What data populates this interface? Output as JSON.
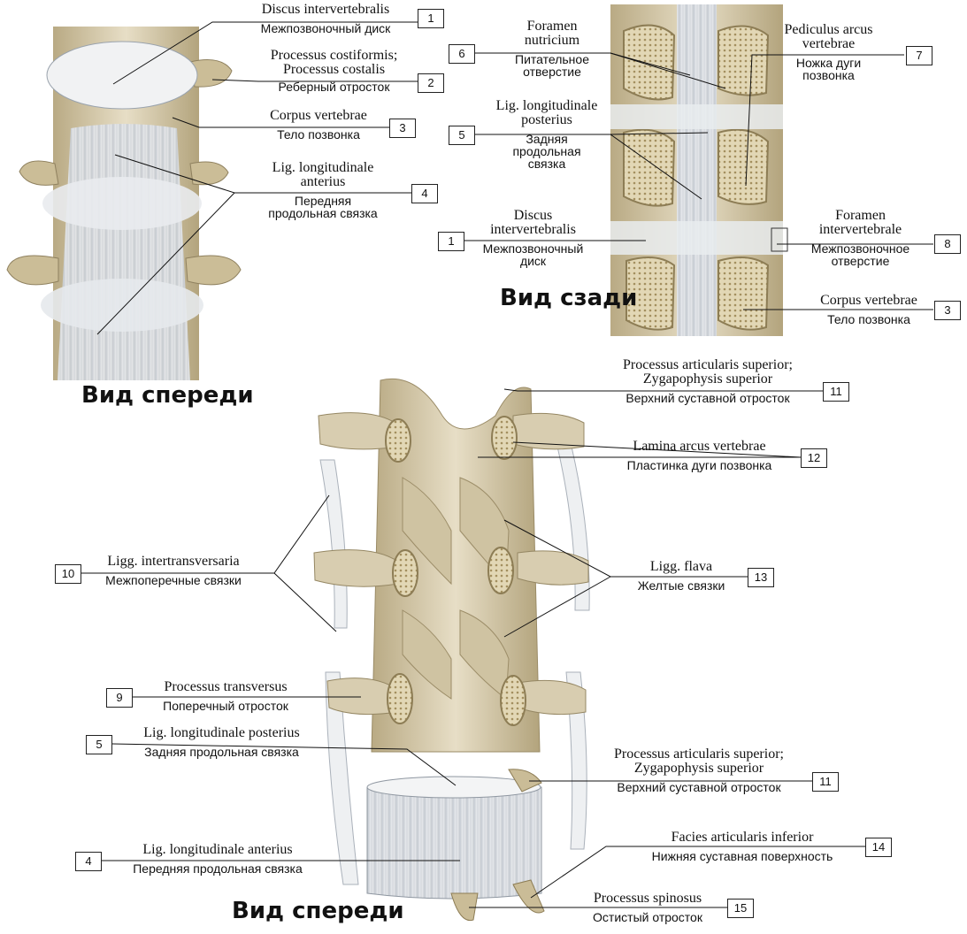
{
  "views": {
    "front_top": "Вид спереди",
    "back_top": "Вид сзади",
    "front_bottom": "Вид спереди"
  },
  "labels": {
    "a1": {
      "num": "1",
      "lat": "Discus intervertebralis",
      "rus": "Межпозвоночный диск"
    },
    "a2": {
      "num": "2",
      "lat": "Processus costiformis;",
      "lat2": "Processus costalis",
      "rus": "Реберный отросток"
    },
    "a3": {
      "num": "3",
      "lat": "Corpus vertebrae",
      "rus": "Тело позвонка"
    },
    "a4": {
      "num": "4",
      "lat": "Lig. longitudinale",
      "lat2": "anterius",
      "rus": "Передняя",
      "rus2": "продольная связка"
    },
    "b6": {
      "num": "6",
      "lat": "Foramen",
      "lat2": "nutricium",
      "rus": "Питательное",
      "rus2": "отверстие"
    },
    "b5": {
      "num": "5",
      "lat": "Lig. longitudinale",
      "lat2": "posterius",
      "rus": "Задняя",
      "rus2": "продольная",
      "rus3": "связка"
    },
    "b1": {
      "num": "1",
      "lat": "Discus",
      "lat2": "intervertebralis",
      "rus": "Межпозвоночный",
      "rus2": "диск"
    },
    "b7": {
      "num": "7",
      "lat": "Pediculus arcus",
      "lat2": "vertebrae",
      "rus": "Ножка дуги",
      "rus2": "позвонка"
    },
    "b8": {
      "num": "8",
      "lat": "Foramen",
      "lat2": "intervertebrale",
      "rus": "Межпозвоночное",
      "rus2": "отверстие"
    },
    "b3": {
      "num": "3",
      "lat": "Corpus vertebrae",
      "rus": "Тело позвонка"
    },
    "c11a": {
      "num": "11",
      "lat": "Processus articularis superior;",
      "lat2": "Zygapophysis superior",
      "rus": "Верхний суставной отросток"
    },
    "c12": {
      "num": "12",
      "lat": "Lamina arcus vertebrae",
      "rus": "Пластинка дуги позвонка"
    },
    "c10": {
      "num": "10",
      "lat": "Ligg. intertransversaria",
      "rus": "Межпоперечные связки"
    },
    "c13": {
      "num": "13",
      "lat": "Ligg. flava",
      "rus": "Желтые связки"
    },
    "c9": {
      "num": "9",
      "lat": "Processus transversus",
      "rus": "Поперечный отросток"
    },
    "c5": {
      "num": "5",
      "lat": "Lig. longitudinale posterius",
      "rus": "Задняя продольная связка"
    },
    "c11b": {
      "num": "11",
      "lat": "Processus articularis superior;",
      "lat2": "Zygapophysis superior",
      "rus": "Верхний суставной отросток"
    },
    "c4": {
      "num": "4",
      "lat": "Lig. longitudinale anterius",
      "rus": "Передняя продольная связка"
    },
    "c14": {
      "num": "14",
      "lat": "Facies articularis inferior",
      "rus": "Нижняя суставная поверхность"
    },
    "c15": {
      "num": "15",
      "lat": "Processus spinosus",
      "rus": "Остистый отросток"
    }
  },
  "colors": {
    "bone": "#ddd3b8",
    "bone_dark": "#a99a76",
    "ligament": "#eef0f2",
    "ligament_line": "#9aa3ad",
    "cancellous": "#c9bb92"
  }
}
